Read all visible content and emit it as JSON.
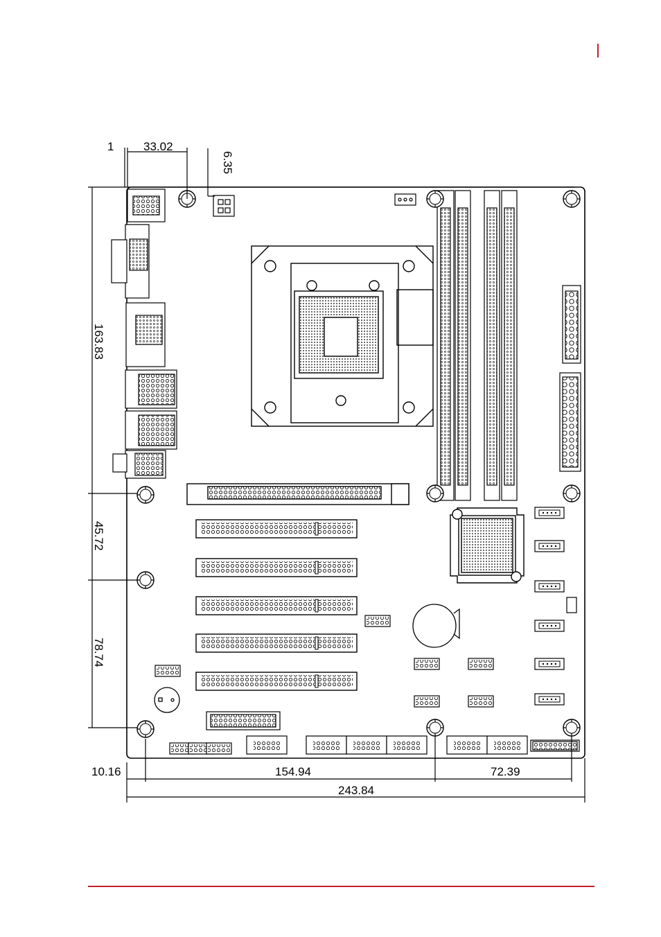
{
  "page": {
    "accent_color": "#c41e2a"
  },
  "dimensions": {
    "top_offset_1": "1",
    "top_width": "33.02",
    "top_height": "6.35",
    "left_height_main": "163.83",
    "left_height_middle": "45.72",
    "left_height_lower": "78.74",
    "bottom_left": "10.16",
    "bottom_middle": "154.94",
    "bottom_right": "72.39",
    "bottom_total": "243.84"
  }
}
